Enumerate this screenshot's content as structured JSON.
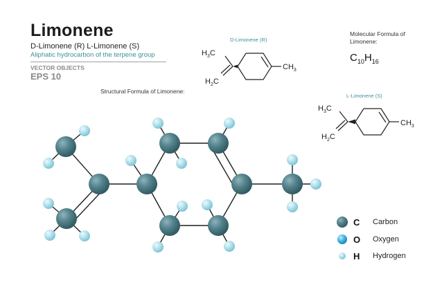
{
  "header": {
    "title": "Limonene",
    "subtitle": "D-Limonene (R)  L-Limonene (S)",
    "description": "Aliphatic hydrocarbon of the terpene group",
    "vector_label": "VECTOR OBJECTS",
    "eps_label": "EPS 10"
  },
  "structural_label": "Structural  Formula of Limonene:",
  "molecular_formula": {
    "label": "Molecular Formula of Limonene:",
    "c": "C",
    "c_count": "10",
    "h": "H",
    "h_count": "16"
  },
  "isomers": {
    "d_label": "D-Limonene (R)",
    "l_label": "L-Limonene (S)"
  },
  "skeletal_text": {
    "h3c": "H",
    "three": "3",
    "c": "C",
    "h2c": "H",
    "two": "2",
    "ch3_c": "CH",
    "ch3_3": "3"
  },
  "legend": [
    {
      "symbol": "C",
      "name": "Carbon",
      "color": "#4f7f89"
    },
    {
      "symbol": "O",
      "name": "Oxygen",
      "color": "#3aaee0"
    },
    {
      "symbol": "H",
      "name": "Hydrogen",
      "color": "#a9dde8"
    }
  ],
  "colors": {
    "carbon": "#4f7f89",
    "oxygen": "#3aaee0",
    "hydrogen": "#a9dde8",
    "accent": "#3d8f96"
  }
}
